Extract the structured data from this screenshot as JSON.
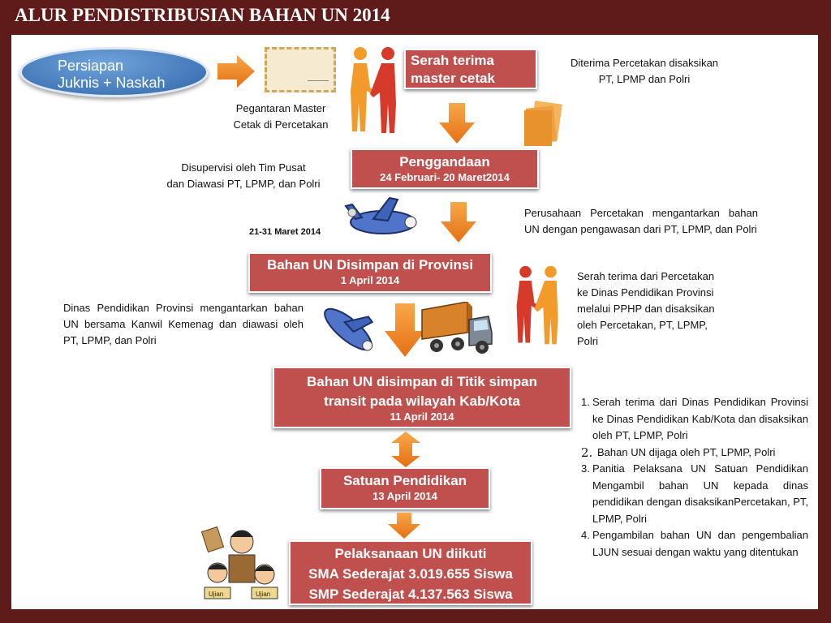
{
  "title": "ALUR PENDISTRIBUSIAN BAHAN UN 2014",
  "start_oval": {
    "line1": "Persiapan",
    "line2": "Juknis + Naskah"
  },
  "envelope_caption": {
    "line1": "Pegantaran Master",
    "line2": "Cetak di Percetakan"
  },
  "boxes": {
    "serah_terima": {
      "line1": "Serah terima",
      "line2": "master cetak"
    },
    "penggandaan": {
      "title": "Penggandaan",
      "date": "24 Februari- 20 Maret2014"
    },
    "provinsi": {
      "title": "Bahan UN Disimpan di Provinsi",
      "date": "1 April 2014"
    },
    "transit": {
      "line1": "Bahan UN disimpan di Titik simpan",
      "line2": "transit pada wilayah Kab/Kota",
      "date": "11 April 2014"
    },
    "satuan": {
      "title": "Satuan Pendidikan",
      "date": "13 April 2014"
    },
    "pelaksanaan": {
      "line1": "Pelaksanaan UN diikuti",
      "line2": "SMA Sederajat 3.019.655 Siswa",
      "line3": "SMP Sederajat  4.137.563 Siswa"
    }
  },
  "notes": {
    "diterima": {
      "line1": "Diterima Percetakan disaksikan",
      "line2": "PT, LPMP dan Polri"
    },
    "supervisi": {
      "line1": "Disupervisi oleh Tim Pusat",
      "line2": "dan Diawasi PT, LPMP, dan Polri"
    },
    "tanggal_kirim": "21-31 Maret 2014",
    "perusahaan": "Perusahaan Percetakan mengantarkan bahan UN dengan pengawasan dari PT, LPMP, dan Polri",
    "serah_provinsi": {
      "line1": "Serah terima dari Percetakan",
      "line2": "ke Dinas Pendidikan Provinsi",
      "line3": "melalui PPHP dan disaksikan",
      "line4": "oleh Percetakan, PT, LPMP,",
      "line5": "Polri"
    },
    "dinas": "Dinas Pendidikan Provinsi mengantarkan bahan UN bersama Kanwil Kemenag dan diawasi oleh PT, LPMP, dan Polri"
  },
  "steps": [
    {
      "num": "1.",
      "text": "Serah terima dari Dinas Pendidikan Provinsi ke Dinas Pendidikan Kab/Kota dan disaksikan oleh PT, LPMP, Polri"
    },
    {
      "num": "2.",
      "text": " Bahan UN dijaga oleh PT, LPMP, Polri"
    },
    {
      "num": "3.",
      "text": "Panitia Pelaksana UN Satuan Pendidikan Mengambil bahan UN kepada dinas pendidikan dengan disaksikanPercetakan, PT, LPMP, Polri"
    },
    {
      "num": "4.",
      "text": "Pengambilan bahan UN dan pengembalian LJUN sesuai dengan waktu yang ditentukan"
    }
  ],
  "sign_labels": {
    "sign1": "Ujian",
    "sign2": "Ujian"
  },
  "colors": {
    "box": "#c0504d",
    "arrow": "#f08a24",
    "frame": "#5e1b1a",
    "oval": "#3b74b9"
  },
  "icons": [
    "arrow-right-icon",
    "envelope-icon",
    "handshake-figures-icon",
    "papers-icon",
    "airplane-icon",
    "truck-icon",
    "arrow-down-icon",
    "double-arrow-icon",
    "students-cartoon-icon"
  ]
}
